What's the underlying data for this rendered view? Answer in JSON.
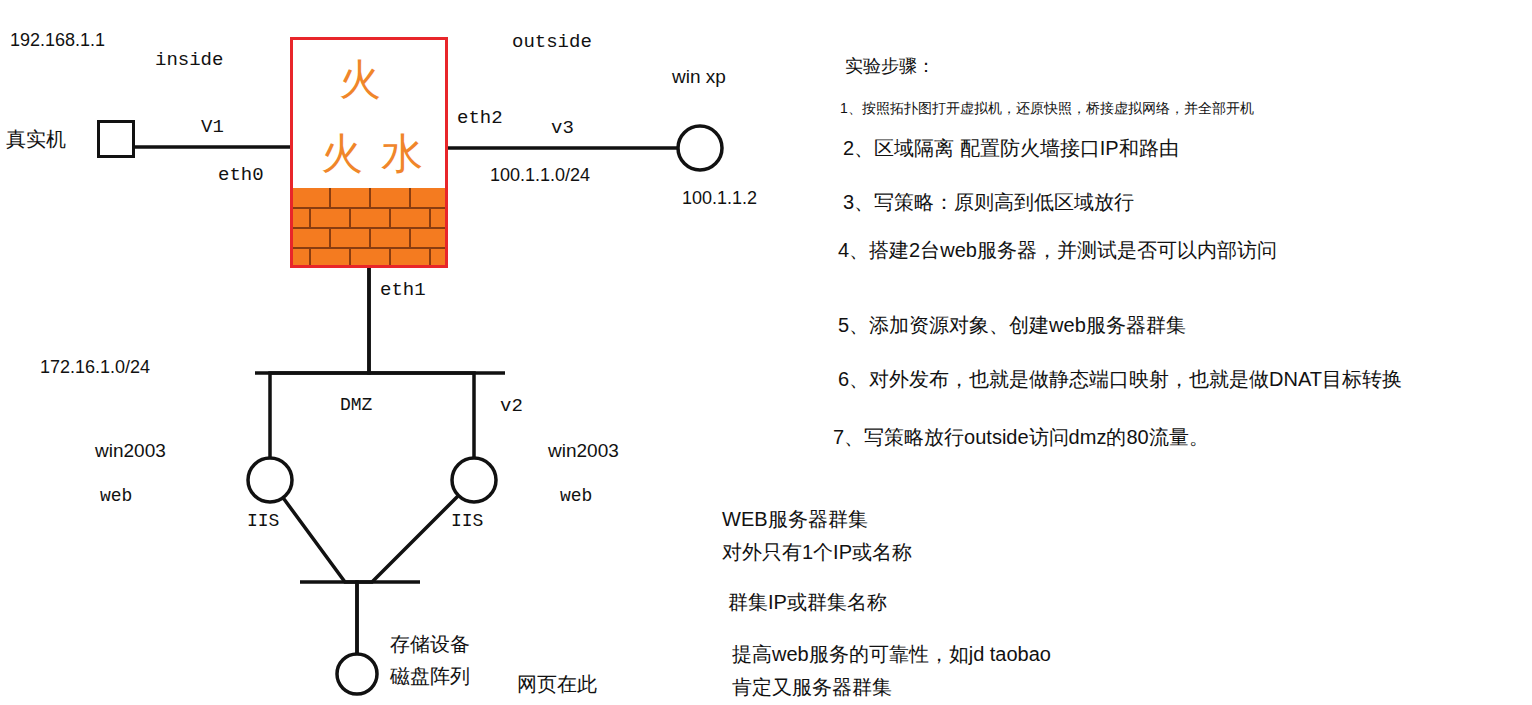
{
  "diagram": {
    "nodes": [
      {
        "text": [
          "真实机"
        ]
      },
      {
        "text": [
          "火",
          "火",
          "水"
        ]
      },
      {
        "text": [
          "win xp",
          "100.1.1.2"
        ]
      },
      {
        "text": [
          "win2003",
          "web",
          "IIS"
        ]
      },
      {
        "text": [
          "win2003",
          "web",
          "IIS"
        ]
      },
      {
        "text": [
          "存储设备 磁盘阵列"
        ]
      }
    ],
    "edges": [
      {
        "from": 0,
        "to": 1,
        "arrow": "none",
        "label": "V1"
      },
      {
        "from": 1,
        "to": 2,
        "arrow": "none",
        "label": "v3"
      },
      {
        "from": 1,
        "to": 3,
        "arrow": "none"
      },
      {
        "from": 1,
        "to": 4,
        "arrow": "none"
      },
      {
        "from": 3,
        "to": 5,
        "arrow": "none"
      },
      {
        "from": 4,
        "to": 5,
        "arrow": "none"
      }
    ],
    "labels": [
      "192.168.1.1",
      "inside",
      "outside",
      "eth0",
      "eth2",
      "eth1",
      "100.1.1.0/24",
      "172.16.1.0/24",
      "DMZ",
      "v2",
      "网页在此",
      "实验步骤：",
      "1、按照拓扑图打开虚拟机，还原快照，桥接虚拟网络，并全部开机",
      "2、区域隔离 配置防火墙接口IP和路由",
      "3、写策略：原则高到低区域放行",
      "4、搭建2台web服务器，并测试是否可以内部访问",
      "5、添加资源对象、创建web服务器群集",
      "6、对外发布，也就是做静态端口映射，也就是做DNAT目标转换",
      "7、写策略放行outside访问dmz的80流量。",
      "WEB服务器群集 对外只有1个IP或名称",
      "群集IP或群集名称",
      "提高web服务的可靠性，如jd taobao 肯定又服务器群集"
    ]
  }
}
